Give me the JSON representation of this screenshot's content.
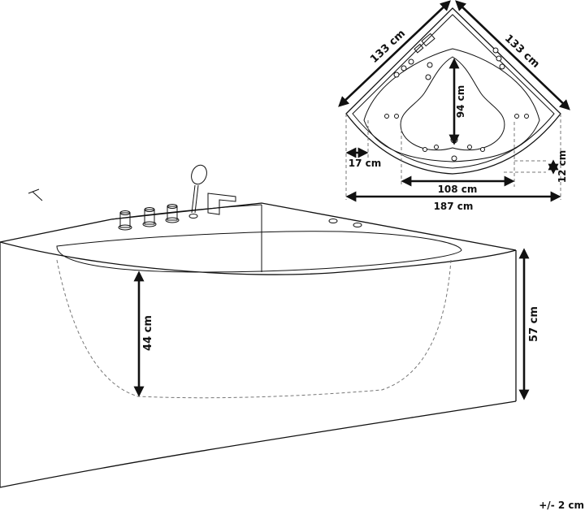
{
  "dimensions": {
    "side_left": "133 cm",
    "side_right": "133 cm",
    "inner_depth_top": "94 cm",
    "seat_offset": "17 cm",
    "step_height": "12 cm",
    "inner_width": "108 cm",
    "overall_width": "187 cm",
    "water_depth": "44 cm",
    "total_height": "57 cm"
  },
  "tolerance": "+/- 2 cm"
}
